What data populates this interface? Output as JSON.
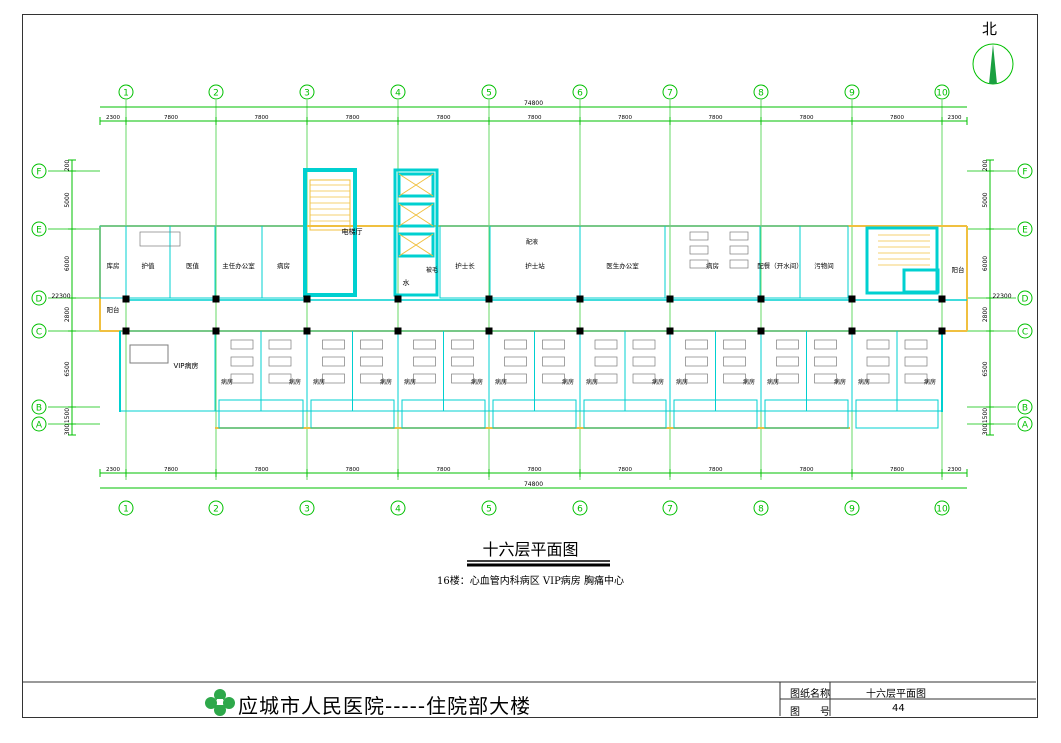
{
  "north": "北",
  "overall_dim": "74800",
  "axis_numbers": [
    "1",
    "2",
    "3",
    "4",
    "5",
    "6",
    "7",
    "8",
    "9",
    "10"
  ],
  "bay_dims": [
    "2300",
    "7800",
    "7800",
    "7800",
    "7800",
    "7800",
    "7800",
    "7800",
    "7800",
    "7800",
    "2300"
  ],
  "row_letters": [
    "F",
    "E",
    "D",
    "C",
    "B",
    "A"
  ],
  "left_dims": [
    "200",
    "5000",
    "6000",
    "2800",
    "6500",
    "1500",
    "300"
  ],
  "left_total": "22300",
  "rooms": {
    "nurse_duty": "护值",
    "doctor_duty": "医值",
    "director_office": "主任办公室",
    "ward": "病房",
    "elevator_hall": "电梯厅",
    "water": "水",
    "linen": "被毛",
    "head_nurse": "护士长",
    "nurse_station": "护士站",
    "treatment": "配液",
    "doctor_office": "医生办公室",
    "pantry": "配餐（开水间）",
    "dirty": "污物间",
    "balcony": "阳台",
    "vip": "VIP病房",
    "storage": "库房"
  },
  "title": "十六层平面图",
  "subtitle": "16楼：心血管内科病区 VIP病房 胸痛中心",
  "hospital_name": "应城市人民医院-----住院部大楼",
  "title_block": {
    "drawing_name_label": "图纸名称",
    "drawing_name": "十六层平面图",
    "drawing_no_label": "图　　号",
    "drawing_no": "44"
  },
  "colors": {
    "dim_green": "#00c000",
    "wall_cyan": "#00d0d0",
    "window_yellow": "#f0c040",
    "fixture_gray": "#7d7d7d"
  }
}
